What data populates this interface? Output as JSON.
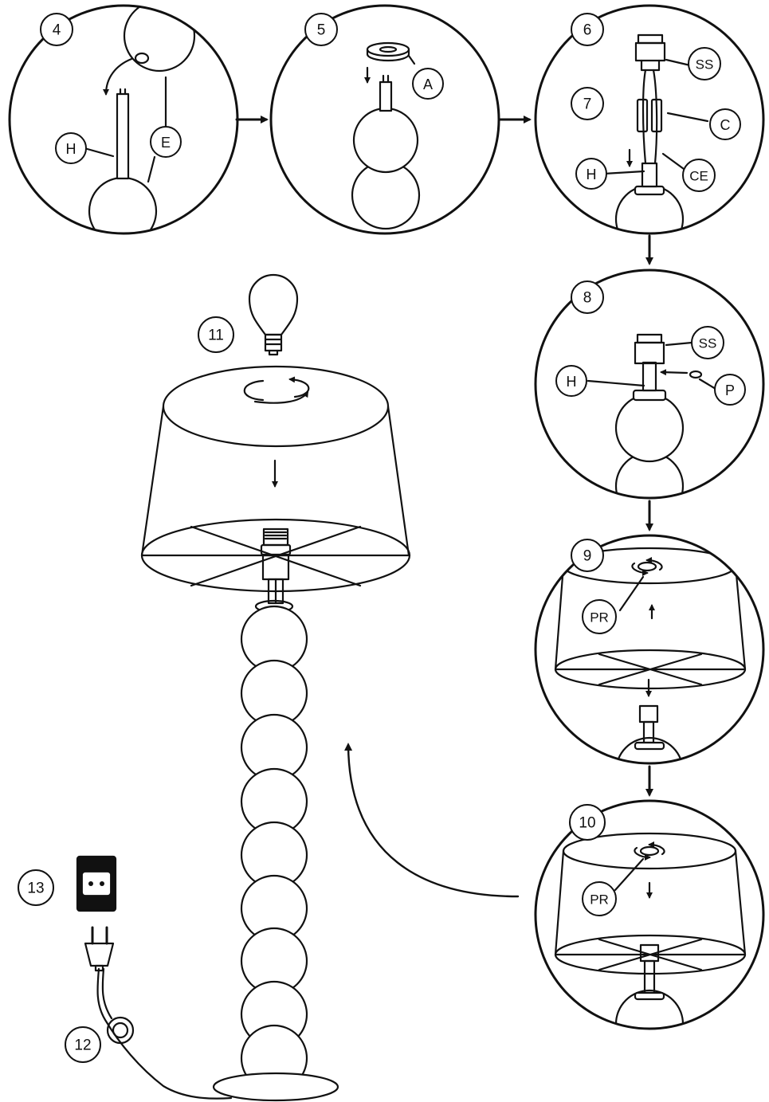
{
  "colors": {
    "ink": "#111111",
    "paper": "#ffffff"
  },
  "steps": {
    "s4": "4",
    "s5": "5",
    "s6": "6",
    "s7": "7",
    "s8": "8",
    "s9": "9",
    "s10": "10",
    "s11": "11",
    "s12": "12",
    "s13": "13"
  },
  "labels": {
    "h": "H",
    "e": "E",
    "a": "A",
    "ss": "SS",
    "c": "C",
    "ce": "CE",
    "p": "P",
    "pr": "PR"
  },
  "icons": [
    "arrow-right-icon",
    "arrow-down-icon",
    "rotate-icon",
    "light-bulb-icon",
    "plug-icon",
    "wall-socket-icon",
    "inline-switch-icon"
  ]
}
